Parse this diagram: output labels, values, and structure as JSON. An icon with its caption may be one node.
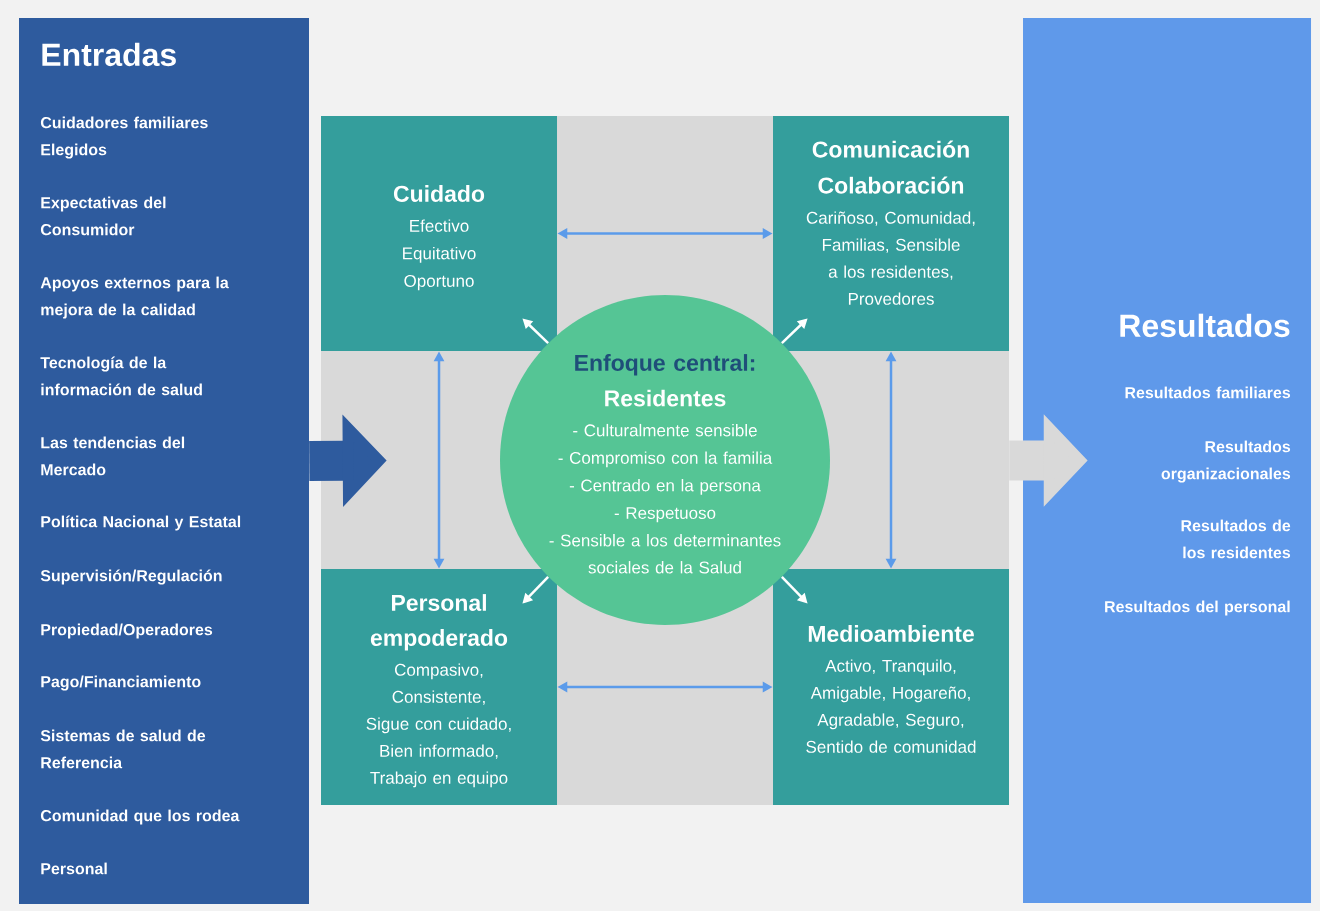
{
  "diagram": {
    "nodes": [
      {
        "text": [
          "Entradas",
          "Cuidadores familiares Elegidos",
          "Expectativas del Consumidor",
          "Apoyos externos para la mejora de la calidad",
          "Tecnología de la información de salud",
          "Las tendencias del Mercado",
          "Política Nacional y Estatal",
          "Supervisión/Regulación",
          "Propiedad/Operadores",
          "Pago/Financiamiento",
          "Sistemas de salud de Referencia",
          "Comunidad que los rodea",
          "Personal"
        ]
      },
      {
        "text": [],
        "shape": "box"
      },
      {
        "text": [
          "Cuidado",
          "Efectivo",
          "Equitativo",
          "Oportuno"
        ],
        "in": 1
      },
      {
        "text": [
          "Comunicación Colaboración",
          "Cariñoso, Comunidad, Familias, Sensible a los residentes, Provedores"
        ],
        "in": 1
      },
      {
        "text": [
          "Personal empoderado",
          "Compasivo, Consistente, Sigue con cuidado, Bien informado, Trabajo en equipo"
        ],
        "in": 1
      },
      {
        "text": [
          "Medioambiente",
          "Activo, Tranquilo, Amigable, Hogareño, Agradable, Seguro, Sentido de comunidad"
        ],
        "in": 1
      },
      {
        "text": [
          "Enfoque central:",
          "Residentes",
          "- Culturalmente sensible",
          "- Compromiso con la familia",
          "- Centrado en la persona",
          "- Respetuoso",
          "- Sensible a los determinantes sociales de la Salud"
        ],
        "in": 1
      },
      {
        "text": [
          "Resultados",
          "Resultados familiares",
          "Resultados organizacionales",
          "Resultados de los residentes",
          "Resultados del personal"
        ]
      }
    ],
    "edges": [
      {
        "from": 0,
        "to": 1,
        "arrow": "to",
        "style": "thick",
        "color": "#2e5b9e"
      },
      {
        "from": 1,
        "to": 7,
        "arrow": "to",
        "style": "thick",
        "color": "#d9d9d9"
      },
      {
        "from": 2,
        "to": 3,
        "arrow": "both",
        "color": "#5b9bea"
      },
      {
        "from": 2,
        "to": 4,
        "arrow": "both",
        "color": "#5b9bea"
      },
      {
        "from": 3,
        "to": 5,
        "arrow": "both",
        "color": "#5b9bea"
      },
      {
        "from": 4,
        "to": 5,
        "arrow": "both",
        "color": "#5b9bea"
      },
      {
        "from": 6,
        "to": 2,
        "arrow": "to",
        "color": "#ffffff"
      },
      {
        "from": 6,
        "to": 3,
        "arrow": "to",
        "color": "#ffffff"
      },
      {
        "from": 6,
        "to": 4,
        "arrow": "to",
        "color": "#ffffff"
      },
      {
        "from": 6,
        "to": 5,
        "arrow": "to",
        "color": "#ffffff"
      }
    ]
  }
}
